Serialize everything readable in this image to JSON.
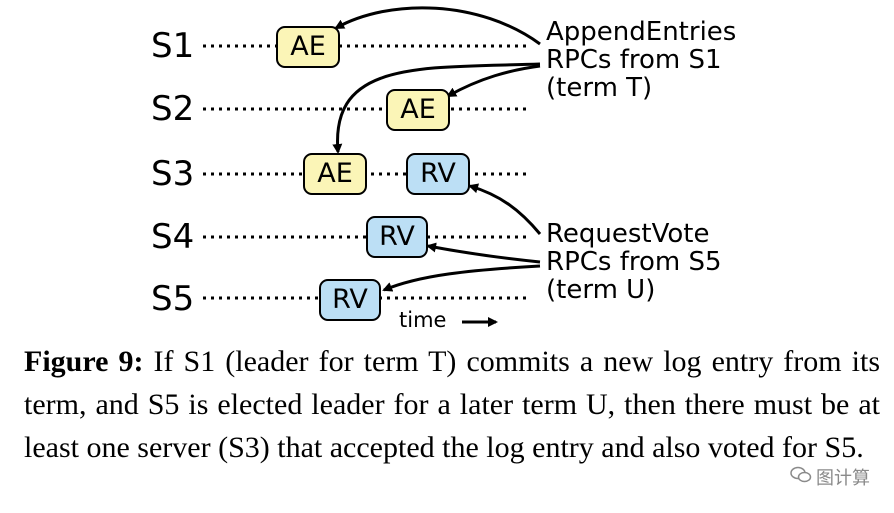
{
  "servers": [
    "S1",
    "S2",
    "S3",
    "S4",
    "S5"
  ],
  "entries": {
    "ae_label": "AE",
    "rv_label": "RV"
  },
  "annotations": {
    "append_entries": [
      "AppendEntries",
      "RPCs from S1",
      "(term T)"
    ],
    "request_vote": [
      "RequestVote",
      "RPCs from S5",
      "(term U)"
    ]
  },
  "time_label": "time",
  "caption": {
    "label": "Figure 9:",
    "text": "If S1 (leader for term T) commits a new log entry from its term, and S5 is elected leader for a later term U, then there must be at least one server (S3) that accepted the log entry and also voted for S5."
  },
  "watermark": "图计算",
  "colors": {
    "ae_fill": "#fbf5b7",
    "rv_fill": "#bcdff5"
  }
}
